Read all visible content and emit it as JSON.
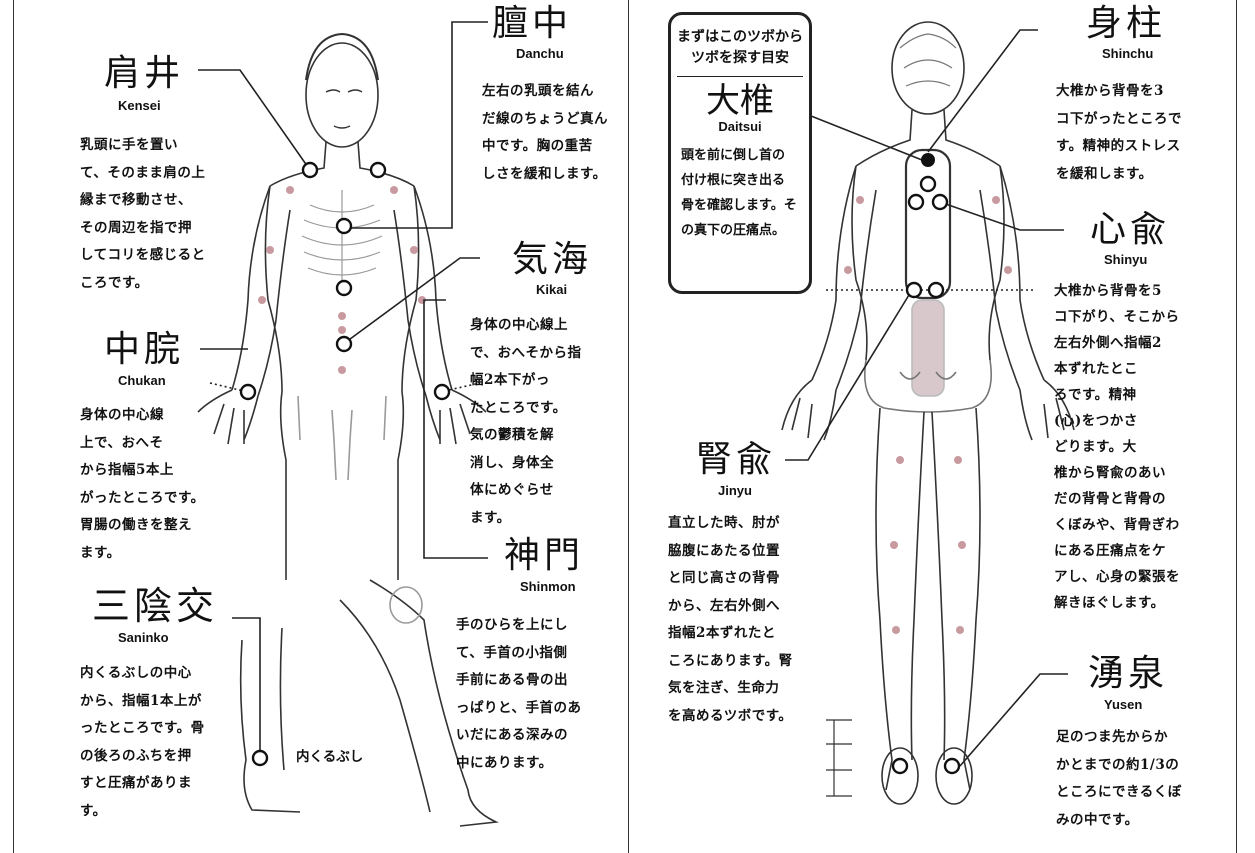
{
  "points": {
    "kensei": {
      "kanji": "肩井",
      "romaji": "Kensei",
      "desc": "乳頭に手を置い\nて、そのまま肩の上\n縁まで移動させ、\nその周辺を指で押\nしてコリを感じると\nころです。"
    },
    "danchu": {
      "kanji": "膻中",
      "romaji": "Danchu",
      "desc": "左右の乳頭を結ん\nだ線のちょうど真ん\n中です。胸の重苦\nしさを緩和します。"
    },
    "kikai": {
      "kanji": "気海",
      "romaji": "Kikai",
      "desc": "身体の中心線上\nで、おへそから指\n幅2本下がっ\nたところです。\n気の鬱積を解\n消し、身体全\n体にめぐらせ\nます。"
    },
    "chukan": {
      "kanji": "中脘",
      "romaji": "Chukan",
      "desc": "身体の中心線\n上で、おへそ\nから指幅5本上\nがったところです。\n胃腸の働きを整え\nます。"
    },
    "shinmon": {
      "kanji": "神門",
      "romaji": "Shinmon",
      "desc": "手のひらを上にし\nて、手首の小指側\n手前にある骨の出\nっぱりと、手首のあ\nいだにある深みの\n中にあります。"
    },
    "saninko": {
      "kanji": "三陰交",
      "romaji": "Saninko",
      "desc": "内くるぶしの中心\nから、指幅1本上が\nったところです。骨\nの後ろのふちを押\nすと圧痛がありま\nす。"
    },
    "shinchu": {
      "kanji": "身柱",
      "romaji": "Shinchu",
      "desc": "大椎から背骨を3\nコ下がったところで\nす。精神的ストレス\nを緩和します。"
    },
    "shinyu": {
      "kanji": "心兪",
      "romaji": "Shinyu",
      "desc": "大椎から背骨を5\nコ下がり、そこから\n左右外側へ指幅2\n本ずれたとこ\nろです。精神\n(心)をつかさ\nどります。大\n椎から腎兪のあい\nだの背骨と背骨の\nくぼみや、背骨ぎわ\nにある圧痛点をケ\nアし、心身の緊張を\n解きほぐします。"
    },
    "jinyu": {
      "kanji": "腎兪",
      "romaji": "Jinyu",
      "desc": "直立した時、肘が\n脇腹にあたる位置\nと同じ高さの背骨\nから、左右外側へ\n指幅2本ずれたと\nころにあります。腎\n気を注ぎ、生命力\nを高めるツボです。"
    },
    "yusen": {
      "kanji": "湧泉",
      "romaji": "Yusen",
      "desc": "足のつま先からか\nかとまでの約1/3の\nところにできるくぼ\nみの中です。"
    }
  },
  "guide": {
    "header": "まずはこのツボから\nツボを探す目安",
    "kanji": "大椎",
    "romaji": "Daitsui",
    "desc": "頭を前に倒し首の\n付け根に突き出る\n骨を確認します。そ\nの真下の圧痛点。"
  },
  "labels": {
    "ankle": "内くるぶし"
  },
  "colors": {
    "line": "#222222",
    "body": "#9a9a9a",
    "dot": "#c89aa0",
    "spine": "#d8c8cc"
  }
}
